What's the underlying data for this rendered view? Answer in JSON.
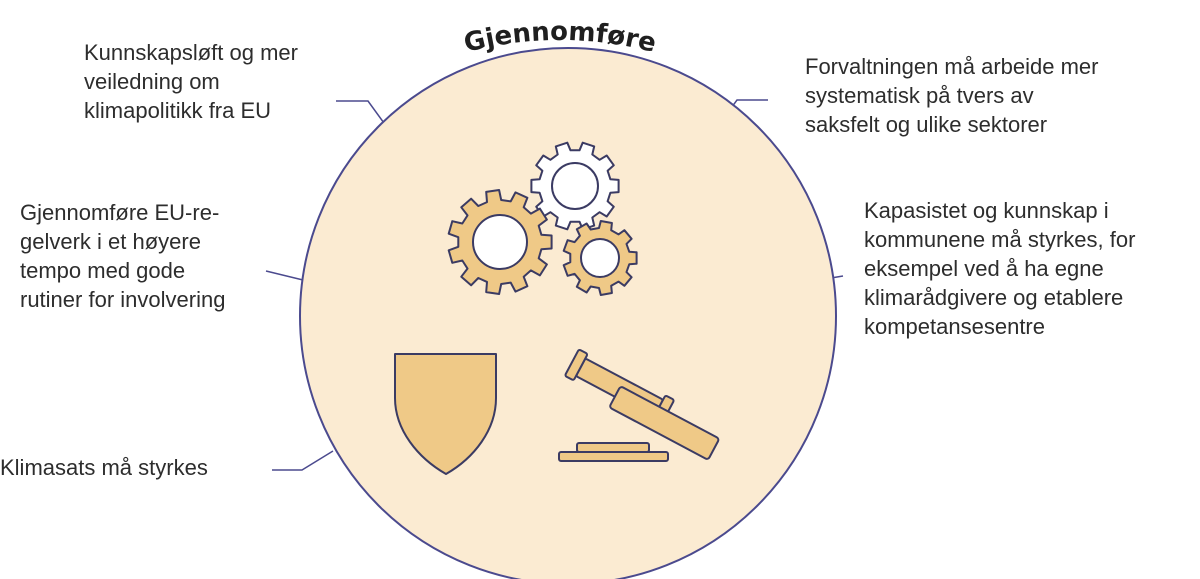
{
  "diagram": {
    "title": "Gjennomføre",
    "colors": {
      "circle_fill": "#fbebd2",
      "circle_stroke": "#4b4a8e",
      "connector": "#4b4a8e",
      "icon_fill": "#efc987",
      "icon_stroke": "#3b3b63",
      "gear_white": "#ffffff",
      "text": "#2d2d2d"
    },
    "icons": [
      "gears-icon",
      "shield-icon",
      "gavel-icon"
    ],
    "points": {
      "top_left": [
        "Kunnskapsløft og mer",
        "veiledning om",
        "klimapolitikk fra EU"
      ],
      "mid_left": [
        "Gjennomføre EU-re-",
        "gelverk i et høyere",
        "tempo med gode",
        "rutiner for involvering"
      ],
      "bottom_left": [
        "Klimasats må styrkes"
      ],
      "top_right": [
        "Forvaltningen må arbeide mer",
        "systematisk på tvers av",
        "saksfelt og ulike sektorer"
      ],
      "mid_right": [
        "Kapasistet og kunnskap i",
        "kommunene må styrkes, for",
        "eksempel ved å ha egne",
        "klimarådgivere og etablere",
        "kompetansesentre"
      ]
    }
  }
}
